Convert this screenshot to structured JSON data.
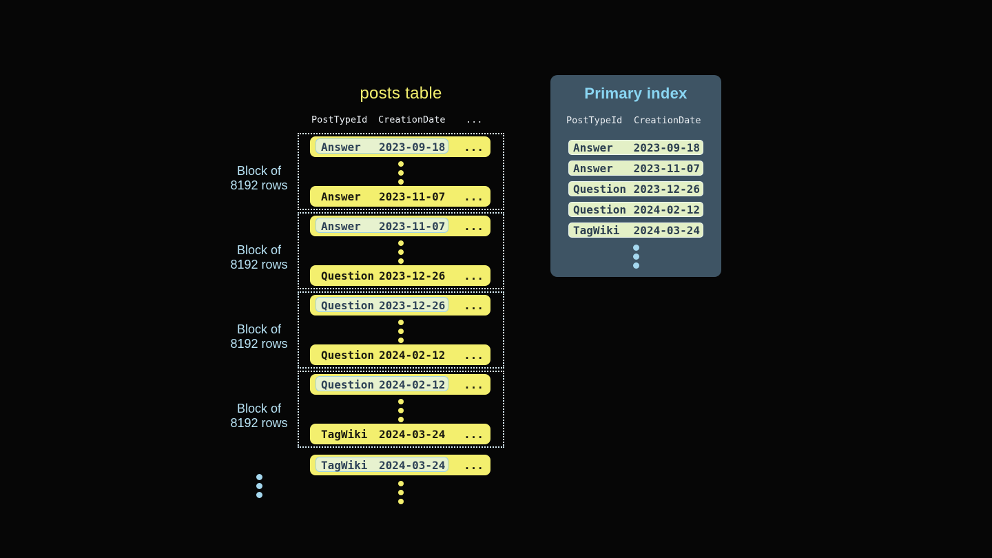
{
  "colors": {
    "background": "#060606",
    "row_yellow": "#f3ef6e",
    "highlight_cell_bg": "#e7f2cf",
    "highlight_cell_border": "#9fd2e4",
    "highlight_text": "#2e4257",
    "block_border": "#d8edf7",
    "block_label_blue": "#b8e2f4",
    "panel_bg": "#3e5464",
    "panel_title_blue": "#8ad6f3",
    "index_row_bg": "#e3f0c6",
    "blue_dot": "#a5d8ef"
  },
  "posts_table": {
    "title": "posts table",
    "headers": [
      "PostTypeId",
      "CreationDate"
    ],
    "header_ellipsis": "...",
    "row_ellipsis": "...",
    "block_label": [
      "Block of",
      "8192 rows"
    ],
    "blocks": [
      {
        "rows": [
          {
            "type": "Answer",
            "date": "2023-09-18",
            "highlighted": true
          },
          {
            "type": "Answer",
            "date": "2023-11-07",
            "highlighted": false
          }
        ]
      },
      {
        "rows": [
          {
            "type": "Answer",
            "date": "2023-11-07",
            "highlighted": true
          },
          {
            "type": "Question",
            "date": "2023-12-26",
            "highlighted": false
          }
        ]
      },
      {
        "rows": [
          {
            "type": "Question",
            "date": "2023-12-26",
            "highlighted": true
          },
          {
            "type": "Question",
            "date": "2024-02-12",
            "highlighted": false
          }
        ]
      },
      {
        "rows": [
          {
            "type": "Question",
            "date": "2024-02-12",
            "highlighted": true
          },
          {
            "type": "TagWiki",
            "date": "2024-03-24",
            "highlighted": false
          }
        ]
      }
    ],
    "trailing_row": {
      "type": "TagWiki",
      "date": "2024-03-24",
      "highlighted": true
    }
  },
  "primary_index": {
    "title": "Primary index",
    "headers": [
      "PostTypeId",
      "CreationDate"
    ],
    "rows": [
      {
        "type": "Answer",
        "date": "2023-09-18"
      },
      {
        "type": "Answer",
        "date": "2023-11-07"
      },
      {
        "type": "Question",
        "date": "2023-12-26"
      },
      {
        "type": "Question",
        "date": "2024-02-12"
      },
      {
        "type": "TagWiki",
        "date": "2024-03-24"
      }
    ]
  }
}
